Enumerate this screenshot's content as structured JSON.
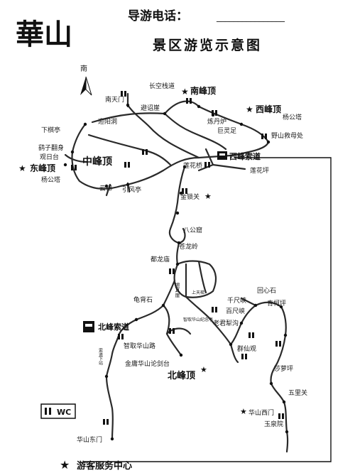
{
  "header": {
    "logo_text": "華山",
    "phone_label": "导游电话：",
    "phone_blank": "________________",
    "subtitle": "景区游览示意图"
  },
  "compass": {
    "label": "南"
  },
  "places": {
    "changkong": "长空栈道",
    "nantianmen": "南天门",
    "nanfeng": "南峰顶",
    "bilu": "避诏崖",
    "xifeng": "西峰顶",
    "yanggong_w": "杨公塔",
    "liandanlu": "炼丹炉",
    "julingzu": "巨灵足",
    "yaduoshi": "野山救母处",
    "yingyang": "迎阳洞",
    "xiaqiting": "下棋亭",
    "yaozi": "鹞子翻身",
    "guanritai": "观日台",
    "dongfeng": "东峰顶",
    "zhongfeng": "中峰顶",
    "yanggong_e": "杨公塔",
    "yunti": "云梯",
    "yinfeng": "引风亭",
    "lianhuaqiao": "莲花桥",
    "xifeng_ropeway": "西峰索道",
    "lianhuaping": "莲花坪",
    "jinsuoguan": "金锁关",
    "bayuan": "八公窟",
    "canglong": "苍龙岭",
    "dulongmiao": "都龙庙",
    "shangtianti": "上天梯",
    "guibeishi": "龟背石",
    "cazhe": "擦耳崖",
    "qianchi": "千尺峡",
    "baichi": "百尺峡",
    "huixin": "回心石",
    "qingkeping": "青柯坪",
    "laojun": "老君犁沟",
    "zhiqu_huashan": "智取华山纪念亭",
    "beifeng_ropeway": "北峰索道",
    "zhiqu_road": "智取华山路",
    "suodao_xiazhan": "索道下站",
    "jinyong": "金庸华山论剑台",
    "beifeng": "北峰顶",
    "qunxian": "群仙观",
    "shaluo": "莎萝坪",
    "wuliguan": "五里关",
    "ximen": "华山西门",
    "yuquan": "玉泉院",
    "dongmen": "华山东门"
  },
  "legend": {
    "wc": "WC",
    "service": "游客服务中心"
  }
}
